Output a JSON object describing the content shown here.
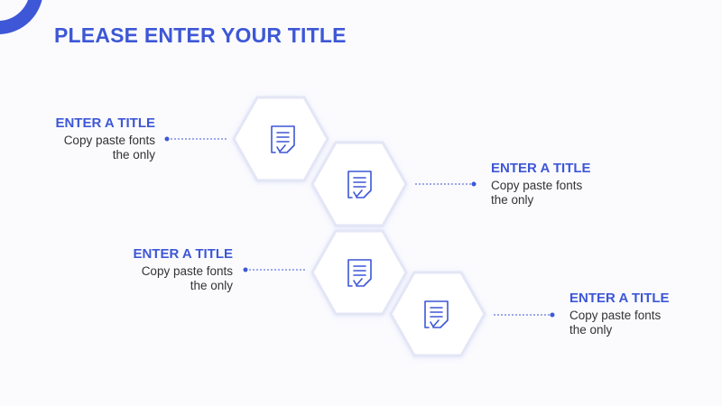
{
  "page": {
    "title": "PLEASE ENTER YOUR TITLE",
    "accent_color": "#3d57d6"
  },
  "steps": [
    {
      "title": "ENTER A TITLE",
      "description": "Copy paste fonts the only",
      "icon": "document-icon"
    },
    {
      "title": "ENTER A TITLE",
      "description": "Copy paste fonts the only",
      "icon": "document-icon"
    },
    {
      "title": "ENTER A TITLE",
      "description": "Copy paste fonts the only",
      "icon": "document-icon"
    },
    {
      "title": "ENTER A TITLE",
      "description": "Copy paste fonts the only",
      "icon": "document-icon"
    }
  ]
}
